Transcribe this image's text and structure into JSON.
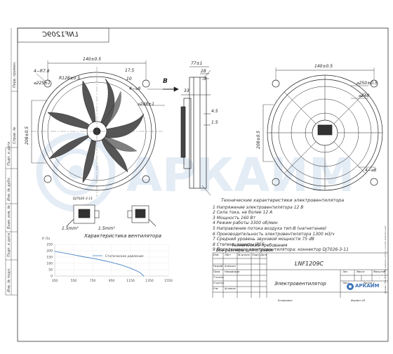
{
  "drawing": {
    "mirrored_code": "LNF1209C",
    "product_code": "LNF1209C",
    "product_name": "Электровентилятор",
    "brand": "АРКАИМ",
    "watermark": "АРКАИМ",
    "direction_label": "B"
  },
  "dimensions_front": {
    "d140": "140±0.5",
    "r78": "4−R7.8",
    "r128": "R128±0.5",
    "d225": "⌀225±1",
    "d175": "17.5",
    "d10": "10",
    "hole8": "4−⌀8",
    "d248": "⌀248±1",
    "d208": "208±0.5"
  },
  "dimensions_side": {
    "d77": "77±1",
    "d28": "28",
    "d3": "3",
    "d33": "33",
    "d45": "4.5",
    "d15": "1.5"
  },
  "dimensions_back": {
    "d140": "140±0.5",
    "d250": "⌀250±0.5",
    "d248": "⌀248",
    "d208": "208±0.5",
    "hole8": "4−⌀8"
  },
  "connector": {
    "part": "DJ7026-3-11",
    "left_label": "1.5mm²",
    "right_label": "1.5mm²"
  },
  "spec": {
    "title": "Технические характеристики электровентилятора",
    "items": [
      "1  Напряжение электровентилятора  12 В",
      "2  Сила тока, не более  12 А",
      "3  Мощность  160 Вт",
      "4  Режим работы  3300 об/мин",
      "5  Направление потока воздуха тип-В (нагнетание)",
      "6  Производительность электровентилятора  1300 м3/ч",
      "7  Средний уровень звуковой мощности  75 dB",
      "8  Степень защиты IP55",
      "9  Подключение электровентилятора: коннектор DJ7026-3-11"
    ],
    "req_title": "Технические требования",
    "req_text": "Все размеры для справок"
  },
  "chart_title": "Характеристика вентилятора",
  "chart_data": {
    "type": "line",
    "title": "",
    "xlabel": "",
    "ylabel": "P, Па",
    "x_ticks": [
      "350",
      "550",
      "750",
      "950",
      "1150",
      "1350",
      "1550"
    ],
    "y_ticks": [
      "0",
      "50",
      "100",
      "150",
      "200",
      "250"
    ],
    "xlim": [
      350,
      1550
    ],
    "ylim": [
      0,
      250
    ],
    "series": [
      {
        "name": "Статическое давление",
        "x": [
          350,
          450,
          550,
          650,
          750,
          850,
          950,
          1050,
          1150,
          1250,
          1290
        ],
        "y": [
          195,
          182,
          168,
          153,
          140,
          125,
          108,
          88,
          62,
          28,
          0
        ],
        "color": "#4a86c8"
      }
    ]
  },
  "title_block": {
    "col_headers": [
      "Изм.",
      "Лист",
      "№ докум.",
      "Подп.",
      "Дата"
    ],
    "roles": [
      {
        "role": "Разраб.",
        "name": "Алексин"
      },
      {
        "role": "Пров.",
        "name": "Никифоров"
      },
      {
        "role": "Т.контр.",
        "name": ""
      },
      {
        "role": "Н.контр.",
        "name": ""
      },
      {
        "role": "Утв.",
        "name": "Асланов"
      }
    ],
    "lit_label": "Лит.",
    "mass_label": "Масса",
    "scale_label": "Масштаб",
    "sheet_label": "Лист",
    "sheets_label": "Листов 1",
    "scale_value": "-",
    "copied": "Копировал",
    "format": "Формат А3",
    "vendor_note": "Дизайн: ПРО-ВЕНТ.РФ, www.pro-vent.ru / e-mail: www.pro-vent"
  },
  "left_margin": [
    "Перв. примен.",
    "Справ. №",
    "Подп. и дата",
    "Инв. № дубл.",
    "Взам. инв. №",
    "Подп. и дата",
    "Инв. № подл."
  ]
}
